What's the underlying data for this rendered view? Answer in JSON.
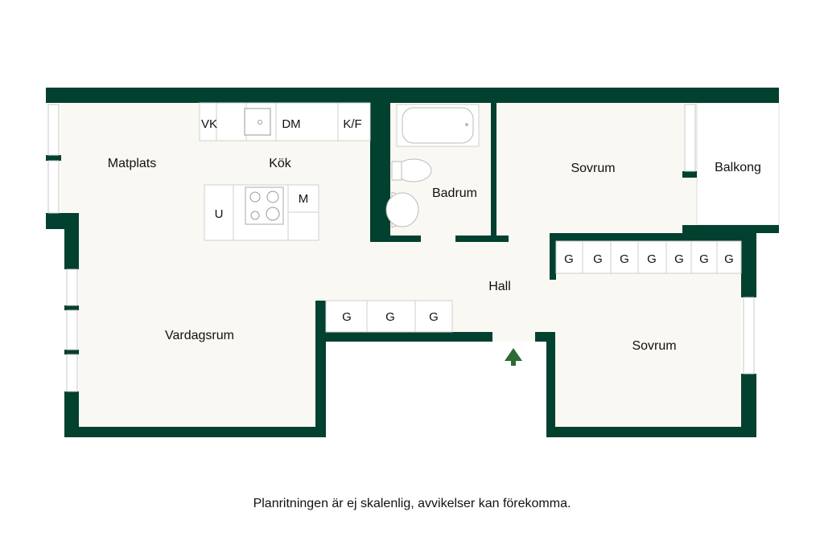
{
  "rooms": {
    "matplats": "Matplats",
    "kok": "Kök",
    "badrum": "Badrum",
    "sovrum1": "Sovrum",
    "balkong": "Balkong",
    "hall": "Hall",
    "vardagsrum": "Vardagsrum",
    "sovrum2": "Sovrum"
  },
  "fixtures": {
    "vk": "VK",
    "dm": "DM",
    "kf": "K/F",
    "u": "U",
    "m": "M",
    "closet": "G"
  },
  "disclaimer": "Planritningen är ej skalenlig, avvikelser kan förekomma.",
  "colors": {
    "wall": "#02402f",
    "floor": "#faf8f2",
    "entrance_arrow": "#2e6b34"
  }
}
